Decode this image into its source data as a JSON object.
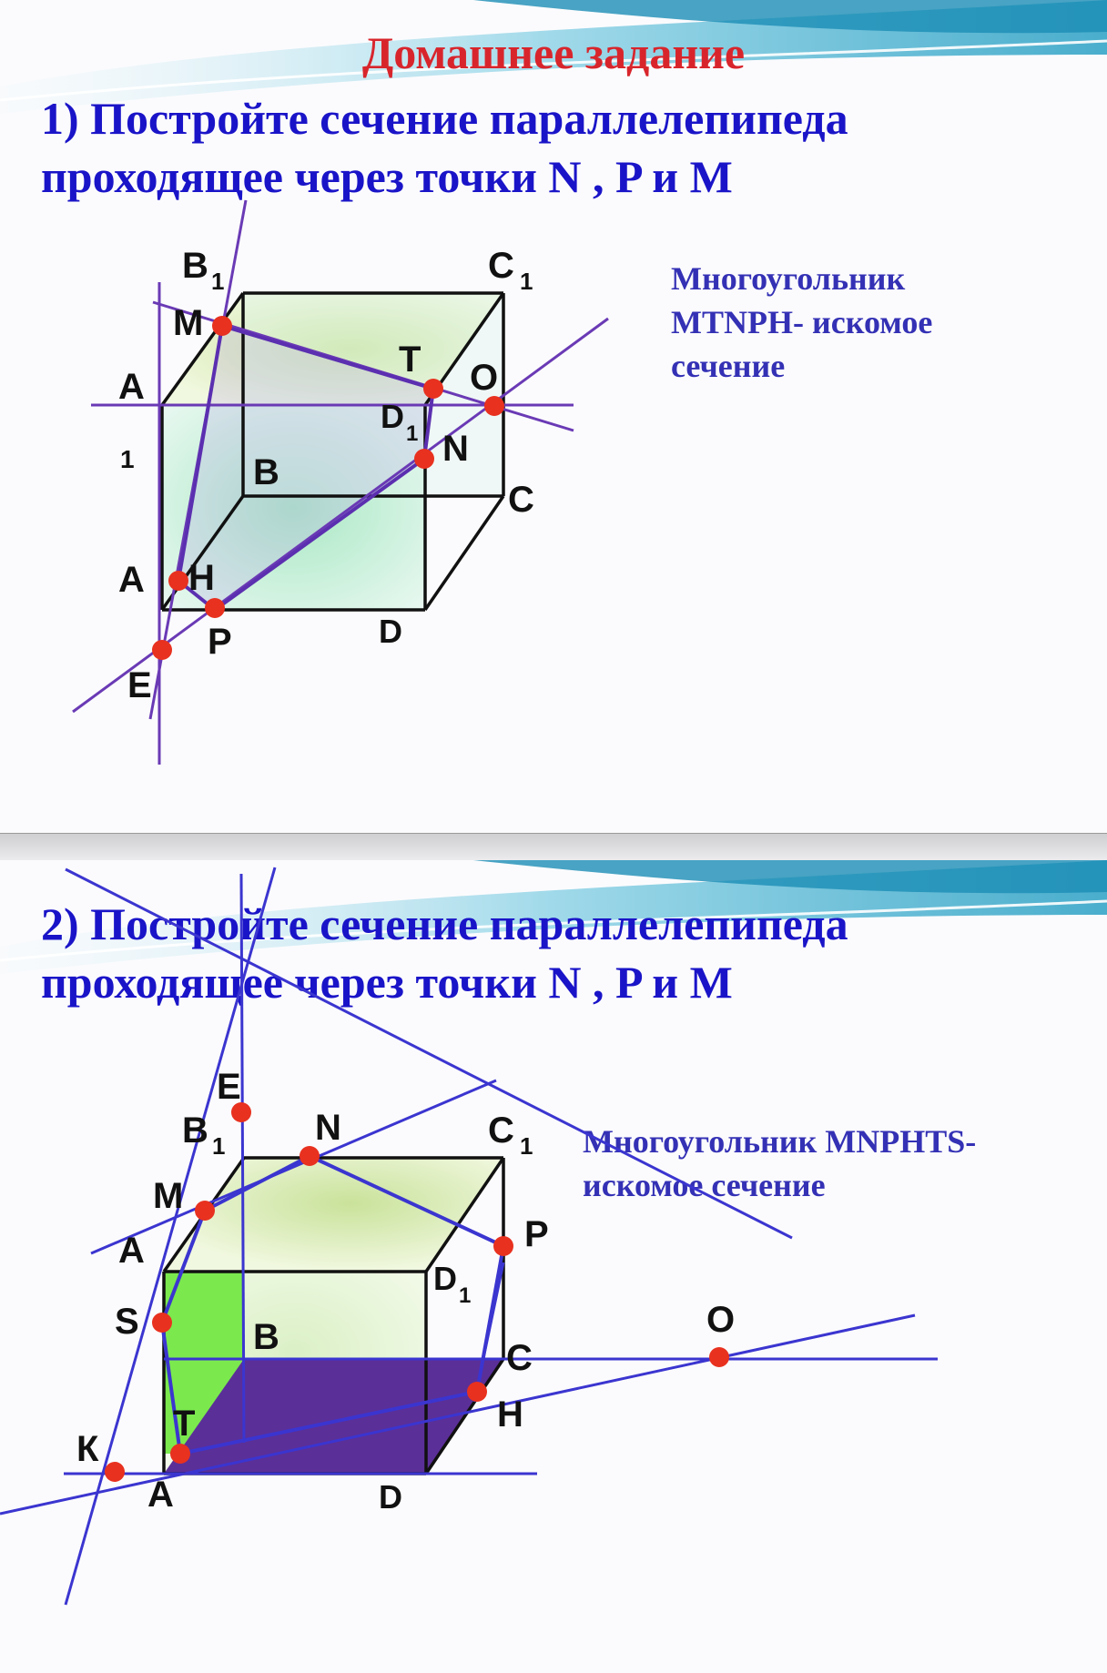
{
  "homework_title": "Домашнее задание",
  "task1": {
    "title_line1": "1) Постройте сечение параллелепипеда",
    "title_line2": "проходящее через точки N , P и M",
    "answer_line1": "Многоугольник",
    "answer_line2": "MTNPH- искомое",
    "answer_line3": "сечение",
    "labels": {
      "B1": "B",
      "C1": "C",
      "M": "M",
      "T": "T",
      "O": "O",
      "A1": "A",
      "D1": "D",
      "N": "N",
      "one": "1",
      "B": "B",
      "C": "C",
      "A": "A",
      "H": "H",
      "P": "P",
      "D": "D",
      "E": "E",
      "sub": "1"
    }
  },
  "task2": {
    "title_line1": "2) Постройте сечение параллелепипеда",
    "title_line2": "проходящее через точки N , P и M",
    "answer_line1": "Многоугольник MNPHTS-",
    "answer_line2": "искомое сечение",
    "labels": {
      "E": "E",
      "B1": "B",
      "N": "N",
      "C1": "C",
      "M": "M",
      "A1": "A",
      "P": "P",
      "D1": "D",
      "S": "S",
      "B": "B",
      "O": "O",
      "C": "C",
      "H": "H",
      "T": "T",
      "K": "К",
      "A": "A",
      "D": "D",
      "sub": "1"
    }
  },
  "colors": {
    "title_blue": "#1a14c8",
    "homework_red": "#d8252c",
    "note_blue": "#3431b5",
    "line_purple": "#6a3ab5",
    "line_blue": "#3b35d0",
    "point_red": "#e8311f",
    "section_fill_1": "#5b2fb0",
    "section_fill_2": "#5b2f98",
    "face_green": "#7be94e"
  }
}
